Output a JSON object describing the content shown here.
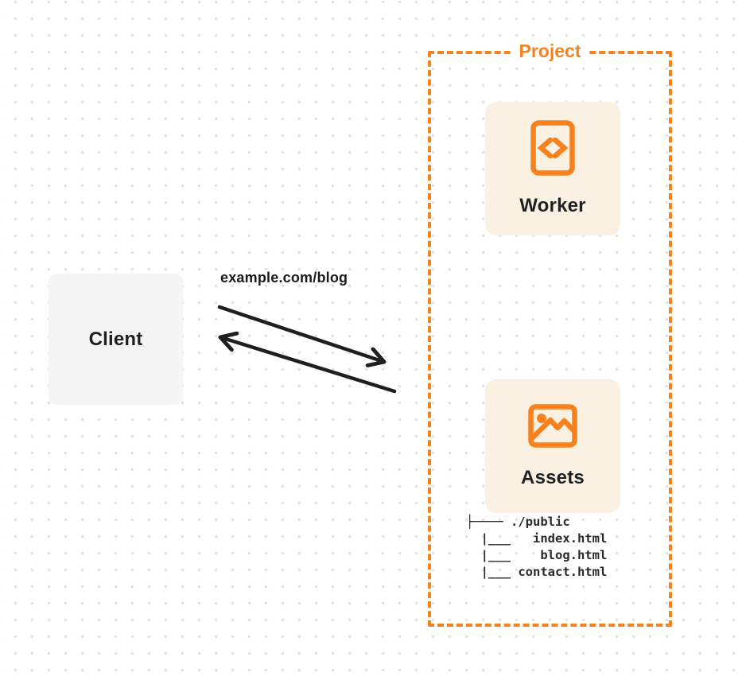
{
  "diagram": {
    "client": {
      "label": "Client"
    },
    "request": {
      "url_label": "example.com/blog"
    },
    "project": {
      "label": "Project",
      "worker_card": {
        "label": "Worker",
        "icon": "code-icon"
      },
      "assets_card": {
        "label": "Assets",
        "icon": "image-icon"
      },
      "file_tree": {
        "text": "├──── ./public\n  |___   index.html\n  |___    blog.html\n  |___ contact.html",
        "root": "./public",
        "files": [
          "index.html",
          "blog.html",
          "contact.html"
        ]
      }
    },
    "colors": {
      "accent_orange": "#f6821f",
      "card_background": "#fbf1e3",
      "client_background": "#f5f5f6",
      "arrow": "#1f1f1f",
      "text_dark": "#1f2023",
      "dot_grid": "#e2e2e2"
    }
  }
}
